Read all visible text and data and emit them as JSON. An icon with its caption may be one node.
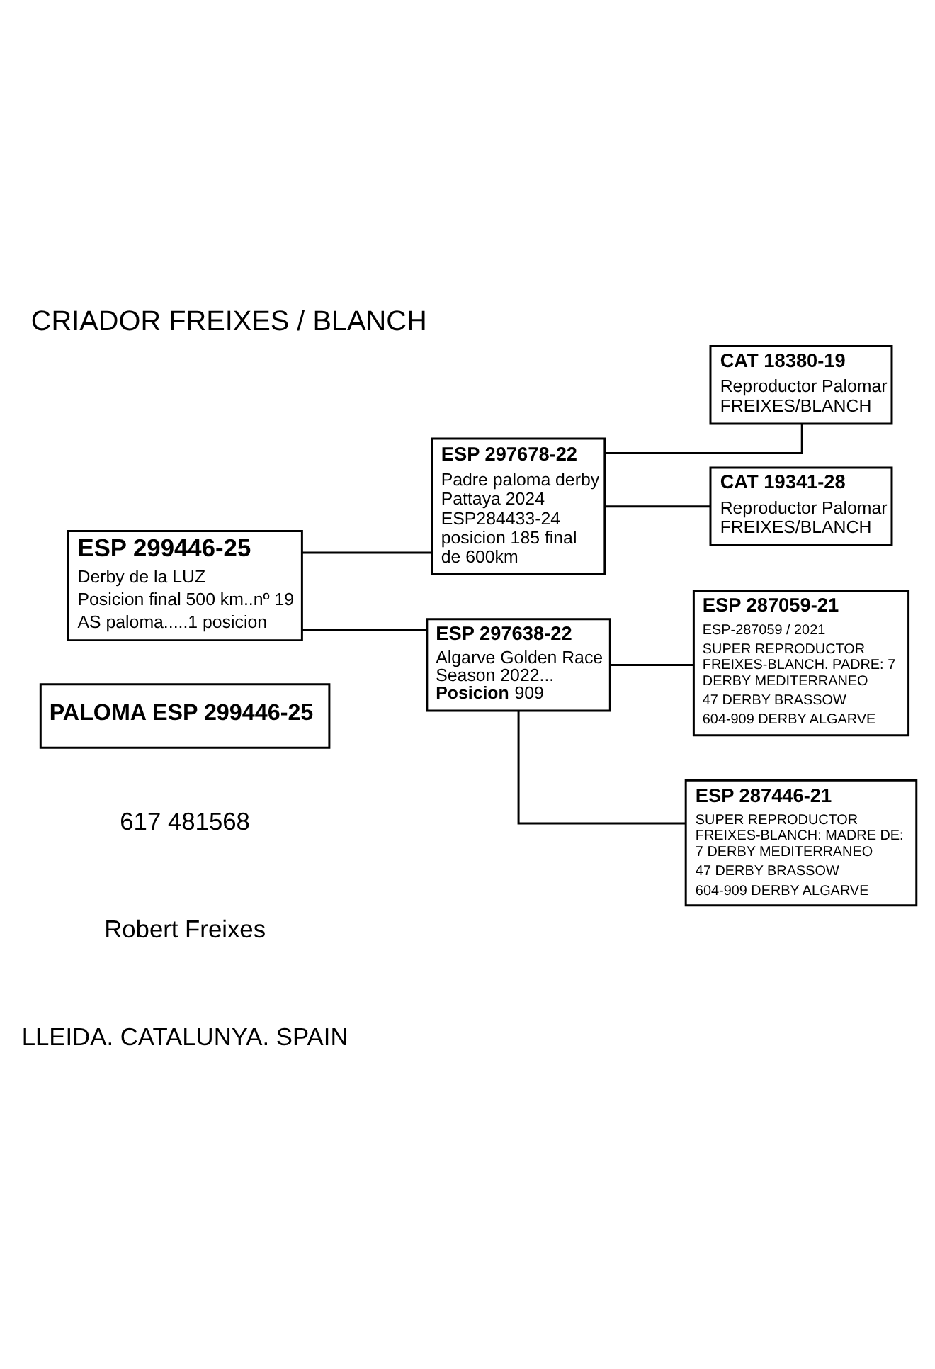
{
  "diagram": {
    "title": "CRIADOR FREIXES / BLANCH",
    "nodes": [
      {
        "text": [
          "PALOMA ESP 299446-25"
        ]
      },
      {
        "text": [
          "ESP 299446-25",
          "Derby de la LUZ",
          "Posicion final 500 km..nº 19",
          "AS paloma.....1 posicion"
        ]
      },
      {
        "text": [
          "ESP 297678-22",
          "Padre paloma derby Pattaya 2024 ESP284433-24 posicion 185 final de 600km"
        ]
      },
      {
        "text": [
          "ESP 297638-22",
          "Algarve Golden Race Season 2022... **Posicion** 909"
        ]
      },
      {
        "text": [
          "CAT 18380-19",
          "Reproductor Palomar FREIXES/BLANCH"
        ]
      },
      {
        "text": [
          "CAT 19341-28",
          "Reproductor Palomar FREIXES/BLANCH"
        ]
      },
      {
        "text": [
          "ESP 287059-21",
          "ESP-287059 / 2021",
          "SUPER REPRODUCTOR FREIXES-BLANCH. PADRE: 7 DERBY MEDITERRANEO",
          "47 DERBY BRASSOW",
          "604-909 DERBY ALGARVE"
        ]
      },
      {
        "text": [
          "ESP 287446-21",
          "SUPER REPRODUCTOR FREIXES-BLANCH: MADRE DE: 7 DERBY MEDITERRANEO",
          "47 DERBY BRASSOW",
          "604-909 DERBY ALGARVE"
        ]
      }
    ],
    "edges": [
      {
        "from": 1,
        "to": 2,
        "arrow": "none"
      },
      {
        "from": 1,
        "to": 3,
        "arrow": "none"
      },
      {
        "from": 2,
        "to": 4,
        "arrow": "none"
      },
      {
        "from": 2,
        "to": 5,
        "arrow": "none"
      },
      {
        "from": 3,
        "to": 6,
        "arrow": "none"
      },
      {
        "from": 3,
        "to": 7,
        "arrow": "none"
      }
    ],
    "labels": [
      "LLEIDA. CATALUNYA. SPAIN",
      "Robert Freixes",
      "617 481568"
    ]
  }
}
